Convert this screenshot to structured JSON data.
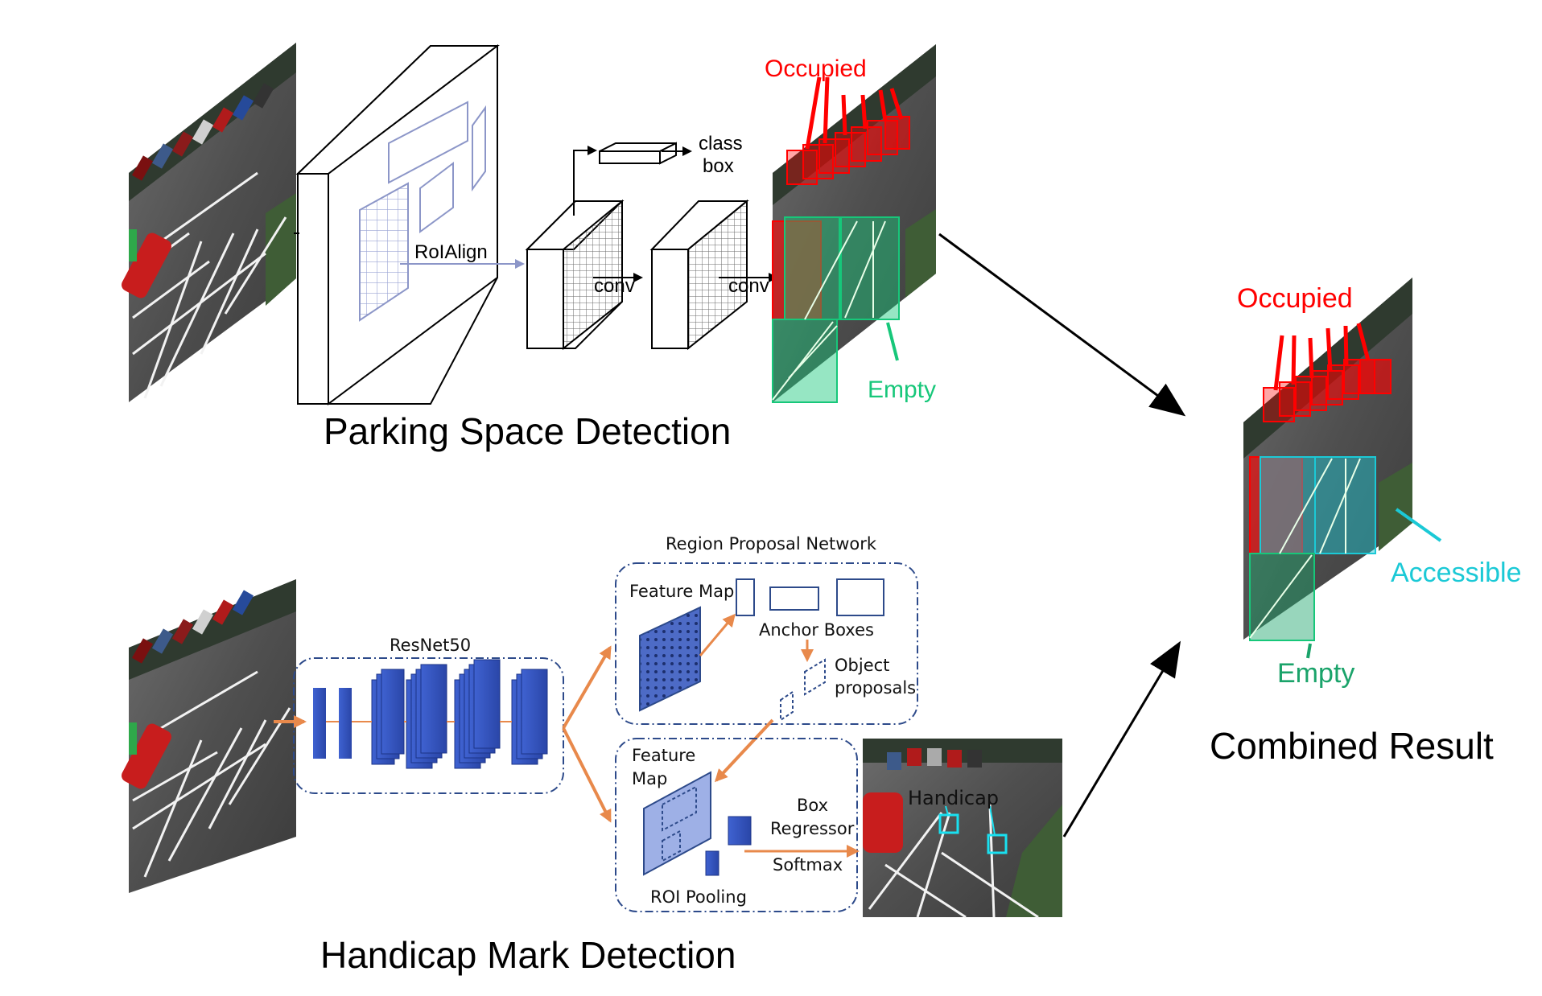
{
  "colors": {
    "occupied": "#ff0000",
    "empty_top": "#17c77a",
    "empty_right": "#1aa36a",
    "accessible": "#1bc9d6",
    "handicap": "#19e0f0",
    "orange_arrow": "#e8894b",
    "rpn_blue": "#2d4a8a"
  },
  "top_pipeline": {
    "caption": "Parking Space Detection",
    "roi_align_label": "RoIAlign",
    "conv_label_1": "conv",
    "conv_label_2": "conv",
    "class_label": "class",
    "box_label": "box",
    "occupied_label": "Occupied",
    "empty_label": "Empty"
  },
  "bottom_pipeline": {
    "caption": "Handicap Mark Detection",
    "resnet_title": "ResNet50",
    "rpn_title": "Region Proposal Network",
    "rpn_feature_map_label": "Feature Map",
    "anchor_boxes_label": "Anchor Boxes",
    "object_label": "Object",
    "proposals_label": "proposals",
    "roi_feature_label": "Feature",
    "roi_map_label": "Map",
    "box_label": "Box",
    "regressor_label": "Regressor",
    "softmax_label": "Softmax",
    "roi_pooling_label": "ROI Pooling",
    "handicap_label": "Handicap"
  },
  "combined": {
    "caption": "Combined Result",
    "occupied_label": "Occupied",
    "accessible_label": "Accessible",
    "empty_label": "Empty"
  }
}
